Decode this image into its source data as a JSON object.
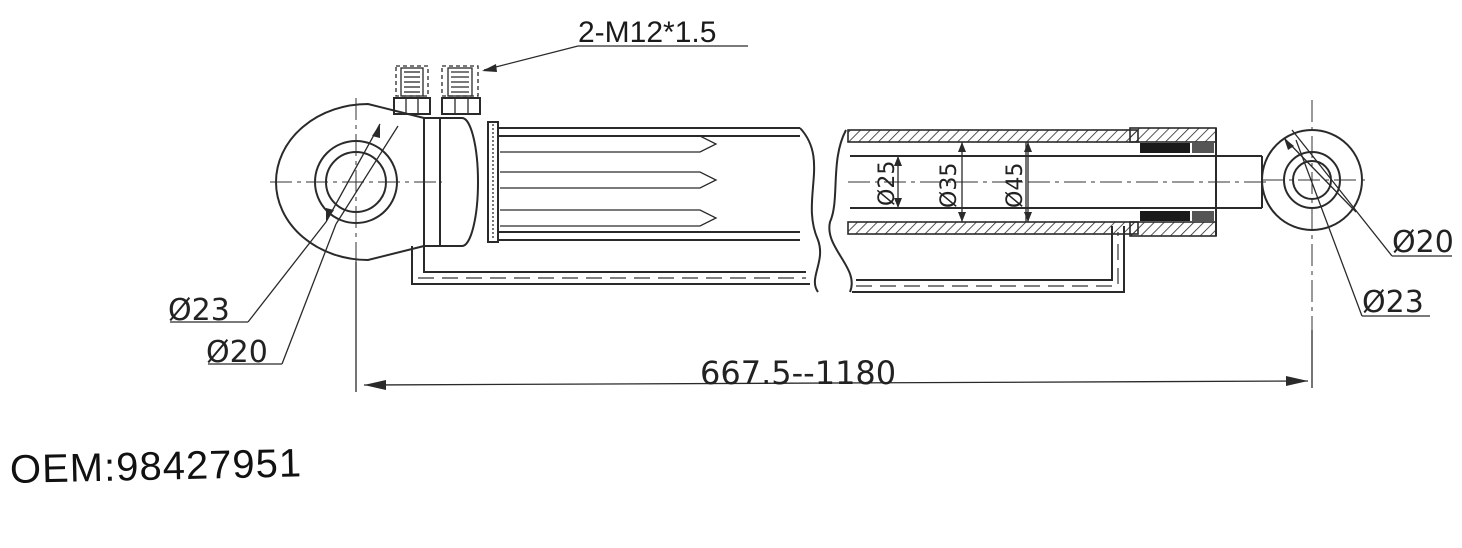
{
  "labels": {
    "port_thread": "2-M12*1.5",
    "left_outer_dia": "Ø23",
    "left_inner_dia": "Ø20",
    "right_inner_dia": "Ø20",
    "right_outer_dia": "Ø23",
    "rod_dia": "Ø25",
    "mid_dia": "Ø35",
    "bore_dia": "Ø45",
    "stroke_length": "667.5--1180",
    "oem": "OEM:98427951"
  },
  "colors": {
    "line": "#2a2a2a",
    "text": "#222222",
    "background": "#ffffff"
  }
}
